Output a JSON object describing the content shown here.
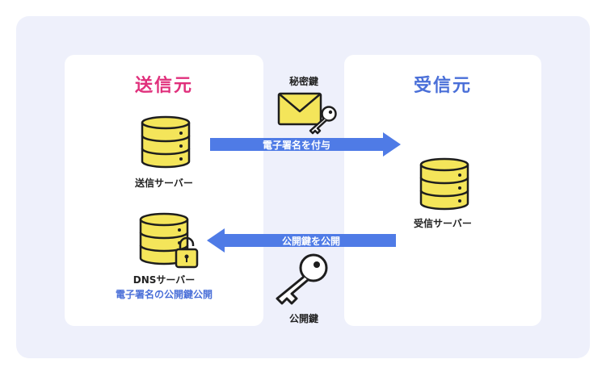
{
  "colors": {
    "background_outer": "#eef0fb",
    "panel": "#ffffff",
    "sender_title": "#e0307c",
    "receiver_title": "#4a6fd8",
    "arrow": "#4f7be6",
    "server_fill": "#f4e55a",
    "server_stroke": "#1e1e1e",
    "dns_caption": "#4a6fd8"
  },
  "sender": {
    "title": "送信元",
    "send_server_label": "送信サーバー",
    "dns_server_label": "DNSサーバー",
    "dns_caption": "電子署名の公開鍵公開"
  },
  "receiver": {
    "title": "受信元",
    "server_label": "受信サーバー"
  },
  "middle": {
    "private_key_label": "秘密鍵",
    "public_key_label": "公開鍵",
    "sign_arrow_label": "電子署名を付与",
    "publish_arrow_label": "公開鍵を公開"
  },
  "icons": {
    "sender_server": "database-server-icon",
    "dns_server": "database-server-icon",
    "lock": "padlock-open-icon",
    "receiver_server": "database-server-icon",
    "envelope": "envelope-icon",
    "private_key": "key-icon",
    "public_key": "key-icon"
  }
}
